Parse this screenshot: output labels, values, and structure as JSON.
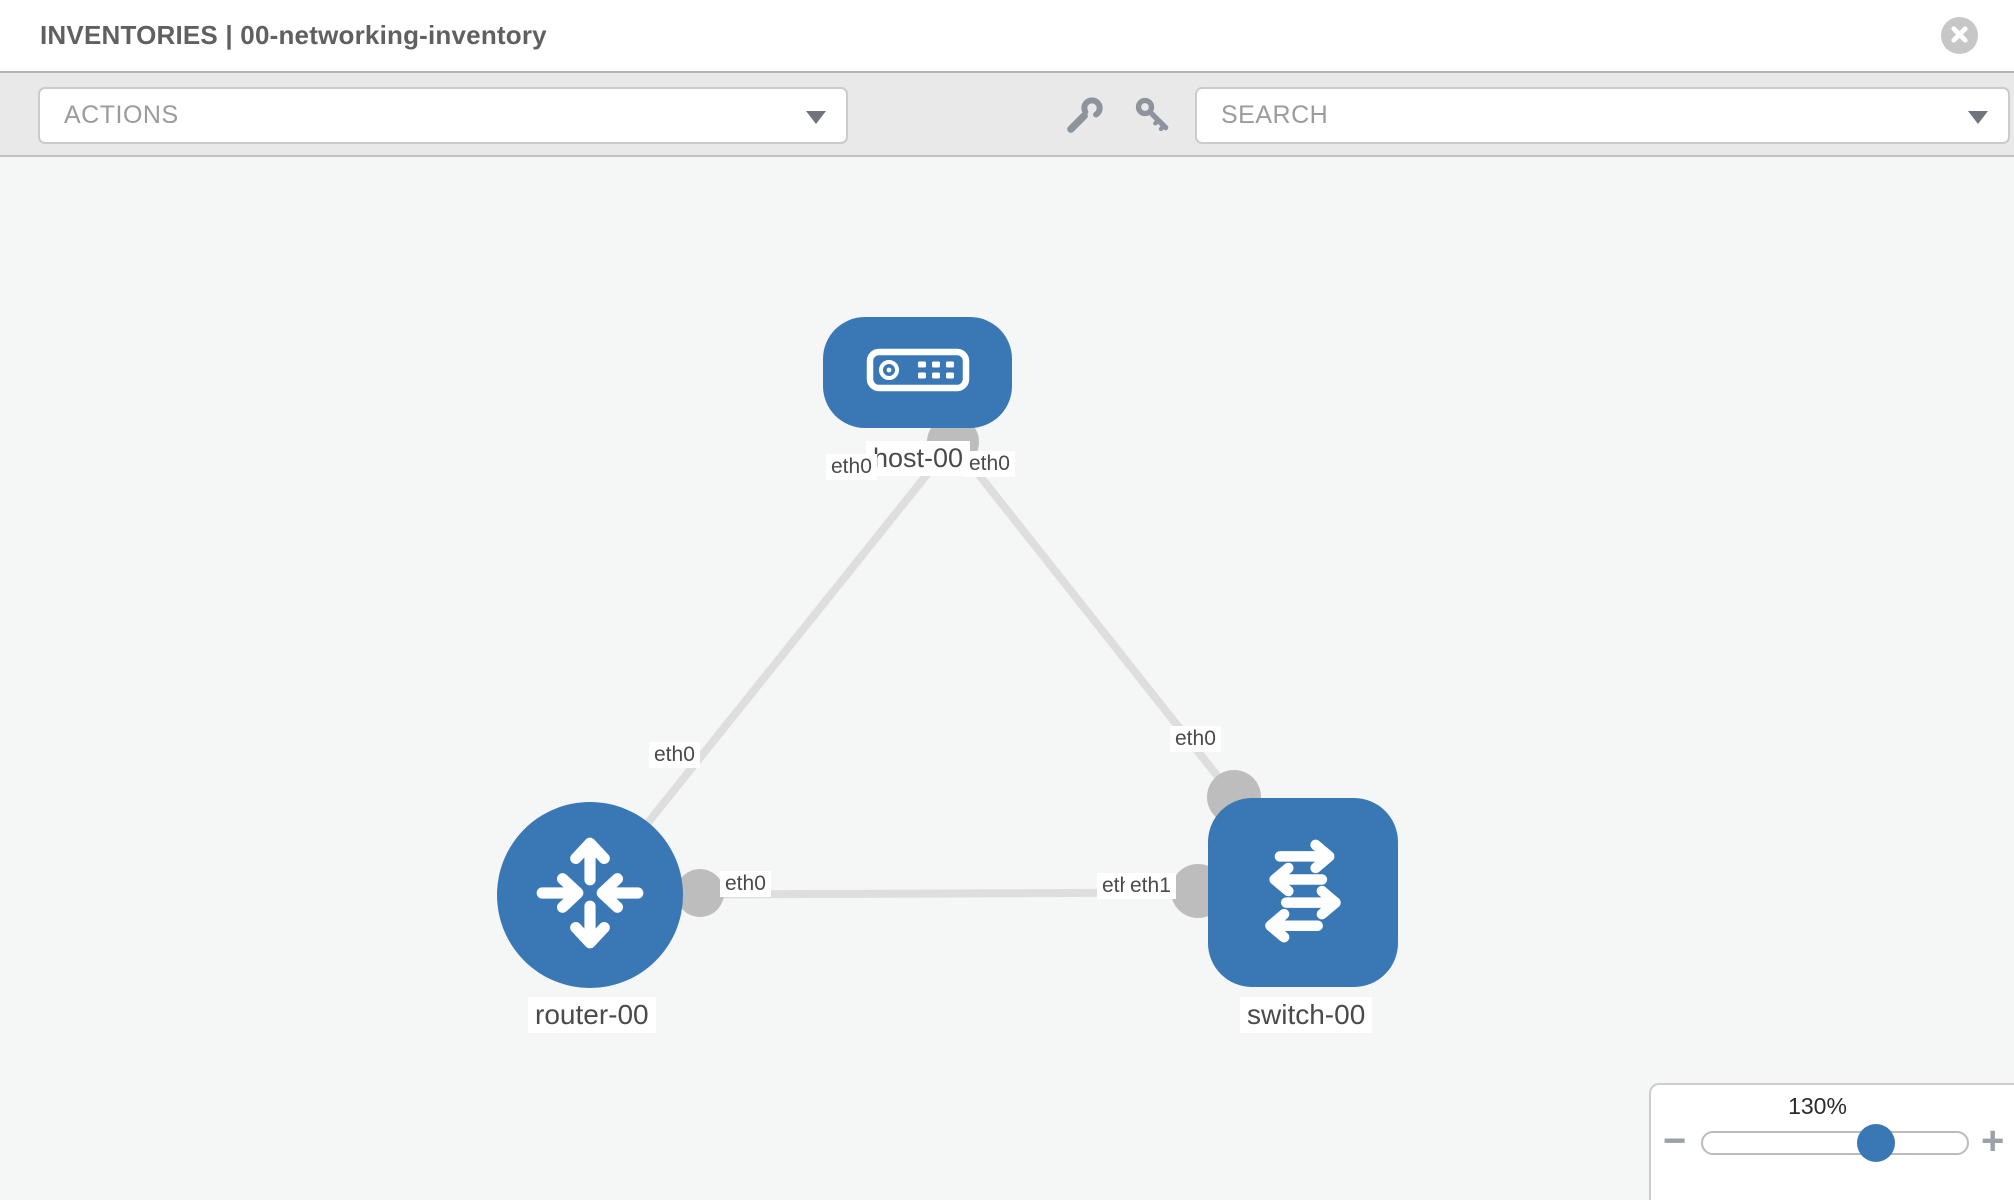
{
  "header": {
    "title": "INVENTORIES | 00-networking-inventory"
  },
  "toolbar": {
    "actions_label": "ACTIONS",
    "search_label": "SEARCH",
    "icons": [
      "wrench-icon",
      "key-icon"
    ]
  },
  "topology": {
    "nodes": [
      {
        "id": "host-00",
        "type": "host",
        "label": "host-00"
      },
      {
        "id": "router-00",
        "type": "router",
        "label": "router-00"
      },
      {
        "id": "switch-00",
        "type": "switch",
        "label": "switch-00"
      }
    ],
    "links": [
      {
        "from": "host-00",
        "from_if": "eth0",
        "to": "router-00",
        "to_if": "eth0"
      },
      {
        "from": "host-00",
        "from_if": "eth0",
        "to": "switch-00",
        "to_if": "eth0"
      },
      {
        "from": "router-00",
        "from_if": "eth0",
        "to": "switch-00",
        "to_if": "eth1",
        "overlapped_if": "eth0"
      }
    ]
  },
  "zoom_control": {
    "level": "130%",
    "zoom_out": "−",
    "zoom_in": "+"
  },
  "colors": {
    "node_blue": "#3a77b5",
    "endpoint_gray": "#bdbdbd",
    "edge_gray": "#dedede",
    "canvas_bg": "#f5f6f6"
  }
}
